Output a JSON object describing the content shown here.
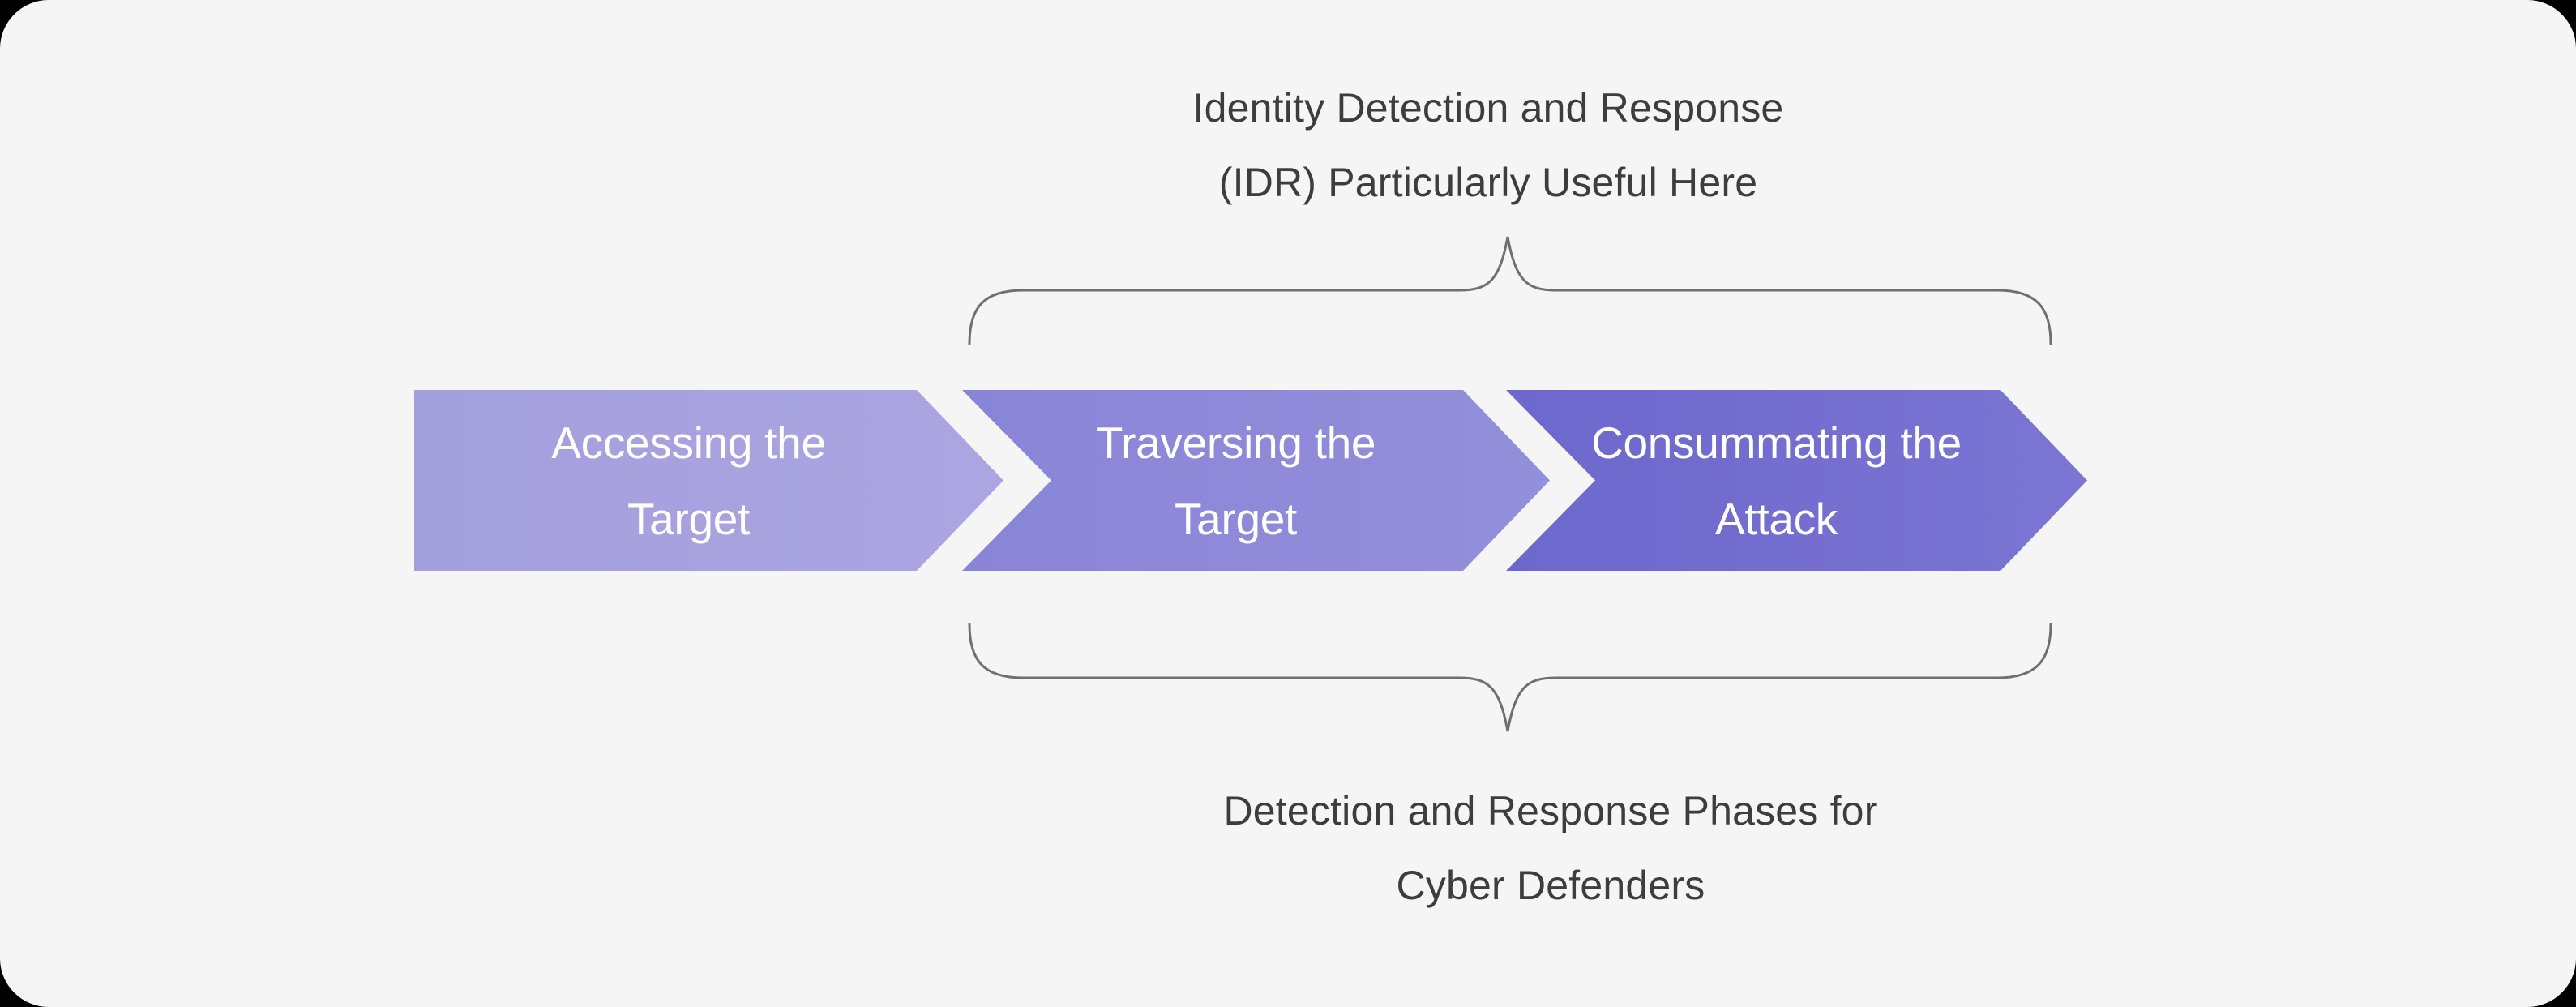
{
  "card": {
    "background": "#f5f5f6",
    "outside_background": "#000000"
  },
  "captions": {
    "top": {
      "lines": [
        "Identity Detection and Response",
        "(IDR) Particularly Useful Here"
      ],
      "color": "#3d3d3d"
    },
    "bottom": {
      "lines": [
        "Detection and Response Phases for",
        "Cyber Defenders"
      ],
      "color": "#3d3d3d"
    }
  },
  "process_arrows": [
    {
      "label": [
        "Accessing the",
        "Target"
      ],
      "gradient": [
        "#a49fdd",
        "#aba6e1"
      ],
      "text_color": "#ffffff"
    },
    {
      "label": [
        "Traversing the",
        "Target"
      ],
      "gradient": [
        "#8a84d7",
        "#938fda"
      ],
      "text_color": "#ffffff"
    },
    {
      "label": [
        "Consummating the",
        "Attack"
      ],
      "gradient": [
        "#6e67cd",
        "#7b75d3"
      ],
      "text_color": "#ffffff"
    }
  ],
  "braces": {
    "color": "#6f6f6f"
  }
}
